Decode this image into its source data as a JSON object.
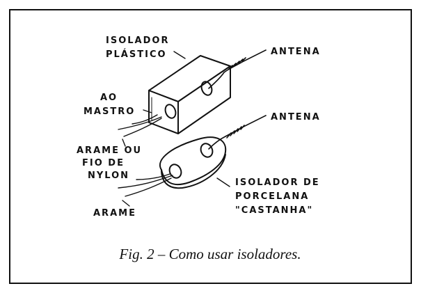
{
  "labels": {
    "isolador_plastico_1": "ISOLADOR",
    "isolador_plastico_2": "PLÁSTICO",
    "antena_top": "ANTENA",
    "antena_bottom": "ANTENA",
    "ao_mastro_1": "AO",
    "ao_mastro_2": "MASTRO",
    "arame_nylon_1": "ARAME OU",
    "arame_nylon_2": "FIO DE",
    "arame_nylon_3": "NYLON",
    "arame": "ARAME",
    "isolador_porcelana_1": "ISOLADOR DE",
    "isolador_porcelana_2": "PORCELANA",
    "isolador_porcelana_3": "\"CASTANHA\""
  },
  "caption": "Fig. 2 – Como usar isoladores.",
  "colors": {
    "ink": "#111111",
    "background": "#ffffff"
  }
}
